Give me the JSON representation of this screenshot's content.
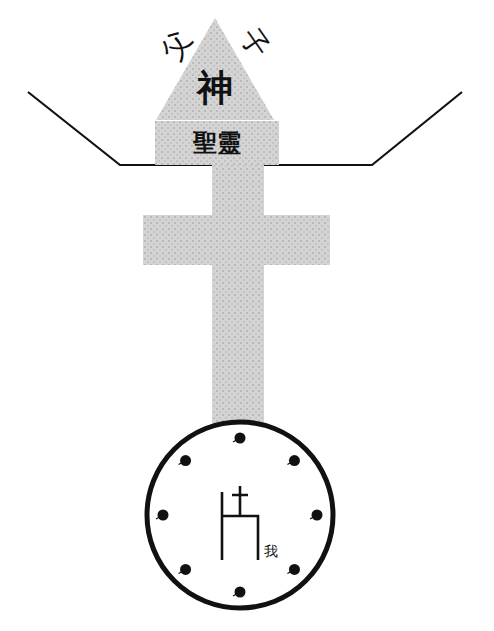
{
  "diagram": {
    "nodes": [
      {
        "text": [
          "神"
        ]
      },
      {
        "text": [
          "聖靈"
        ]
      },
      {
        "text": [
          "我"
        ]
      }
    ],
    "labels": [
      "父",
      "子"
    ]
  }
}
